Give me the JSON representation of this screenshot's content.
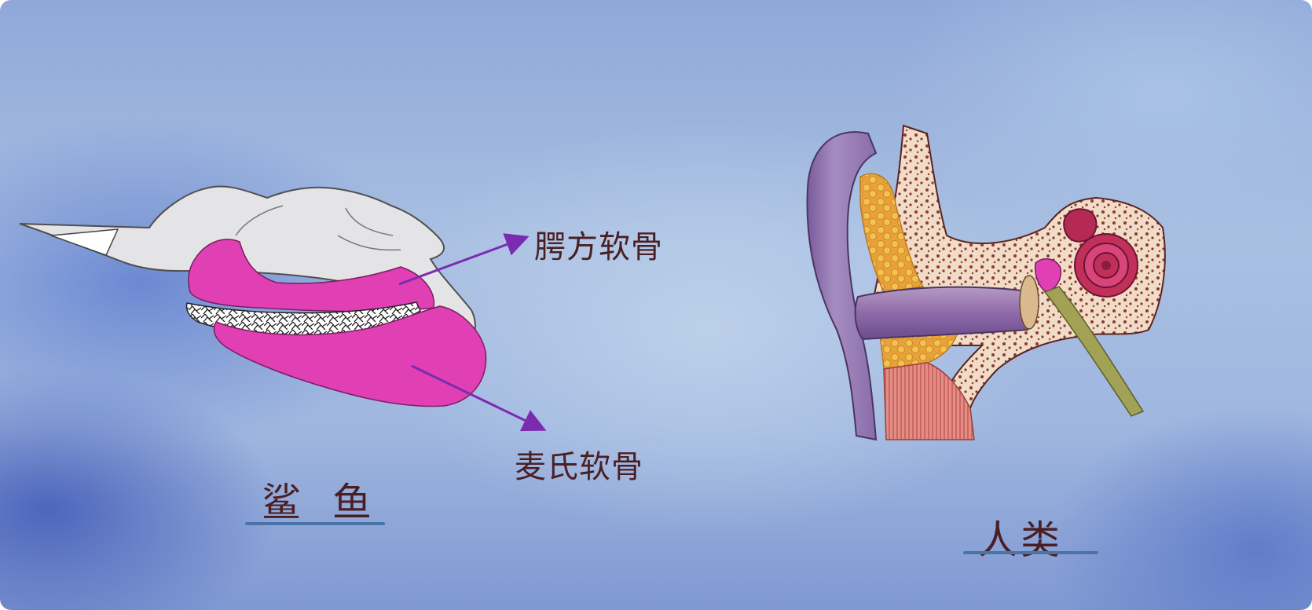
{
  "labels": {
    "quadrate_cartilage": "腭方软骨",
    "meckels_cartilage": "麦氏软骨",
    "shark": "鲨 鱼",
    "human": "人类"
  },
  "colors": {
    "cartilage_highlight": "#e040b4",
    "arrow": "#7a2bb0",
    "label_text": "#4a1f24",
    "underline": "#4a74a8",
    "skull_gray": "#e4e4e6"
  }
}
